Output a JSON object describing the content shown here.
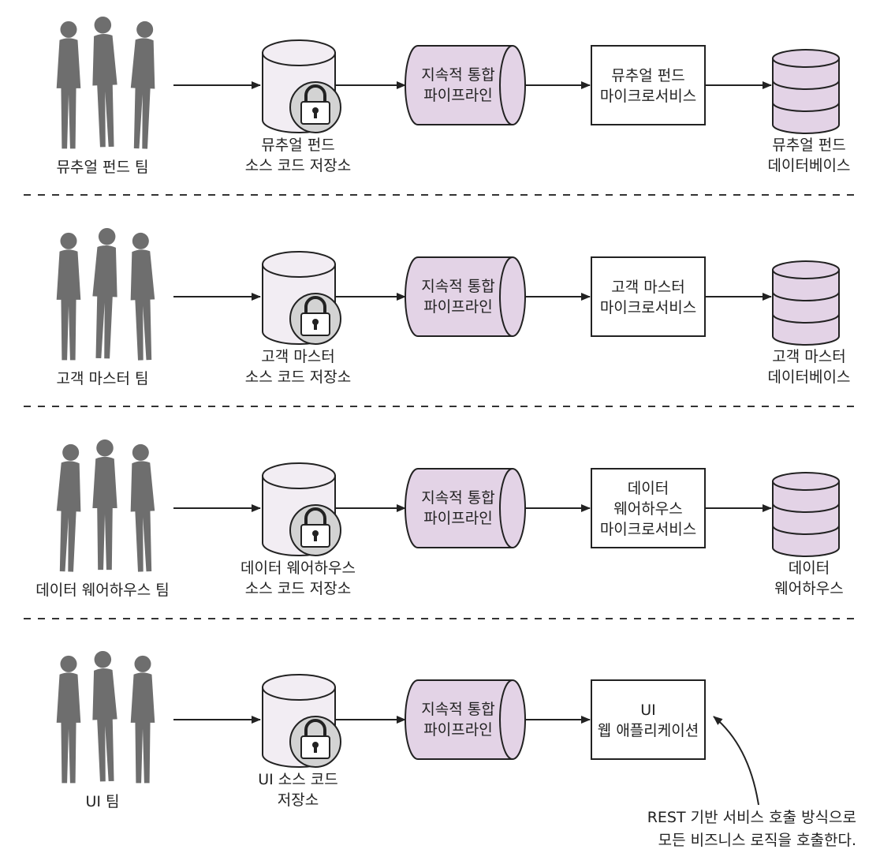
{
  "colors": {
    "repo_fill": "#f2edf3",
    "pipeline_fill": "#e3d3e6",
    "db_fill": "#e3d3e6",
    "lock_fill": "#d3d3d3",
    "people_fill": "#6e6e6e",
    "line": "#222222",
    "divider": "#333333"
  },
  "rows": [
    {
      "team_label": "뮤추얼 펀드 팀",
      "repo_label": [
        "뮤추얼 펀드",
        "소스 코드 저장소"
      ],
      "pipeline_label": [
        "지속적 통합",
        "파이프라인"
      ],
      "service_label": [
        "뮤추얼 펀드",
        "마이크로서비스"
      ],
      "db_label": [
        "뮤추얼 펀드",
        "데이터베이스"
      ]
    },
    {
      "team_label": "고객 마스터 팀",
      "repo_label": [
        "고객 마스터",
        "소스 코드 저장소"
      ],
      "pipeline_label": [
        "지속적 통합",
        "파이프라인"
      ],
      "service_label": [
        "고객 마스터",
        "마이크로서비스"
      ],
      "db_label": [
        "고객 마스터",
        "데이터베이스"
      ]
    },
    {
      "team_label": "데이터 웨어하우스 팀",
      "repo_label": [
        "데이터 웨어하우스",
        "소스 코드 저장소"
      ],
      "pipeline_label": [
        "지속적 통합",
        "파이프라인"
      ],
      "service_label": [
        "데이터",
        "웨어하우스",
        "마이크로서비스"
      ],
      "db_label": [
        "데이터",
        "웨어하우스"
      ]
    },
    {
      "team_label": "UI 팀",
      "repo_label": [
        "UI 소스 코드",
        "저장소"
      ],
      "pipeline_label": [
        "지속적 통합",
        "파이프라인"
      ],
      "service_label": [
        "UI",
        "웹 애플리케이션"
      ],
      "db_label": []
    }
  ],
  "annotation": [
    "REST 기반 서비스 호출 방식으로",
    "모든 비즈니스 로직을 호출한다."
  ]
}
